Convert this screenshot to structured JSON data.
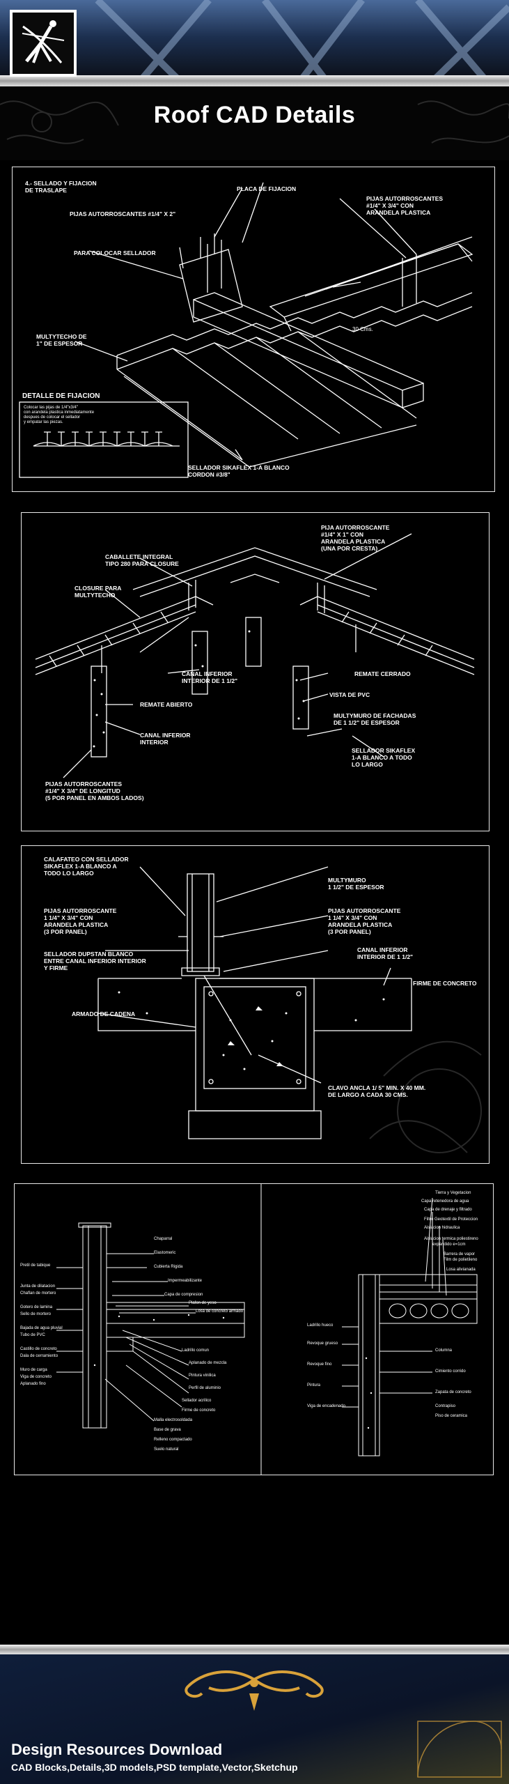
{
  "title": "Roof CAD Details",
  "panel1": {
    "heading": "4.- SELLADO Y FIJACION\nDE TRASLAPE",
    "labels": {
      "pijas_top": "PIJAS AUTORROSCANTES #1/4\" x 2\"",
      "placa": "PLACA DE FIJACION",
      "pijas_right": "PIJAS AUTORROSCANTES\n#1/4\" x 3/4\" CON\nARANDELA PLASTICA",
      "sellador_col": "PARA COLOCAR SELLADOR",
      "multytecho": "MULTYTECHO DE\n1\" DE ESPESOR",
      "cms": "30 Cms.",
      "detalle": "DETALLE DE FIJACION",
      "note": "Colocar las pijas de 1/4\"x3/4\"\ncon arandela plastica inmediatamente\ndespues de colocar el sellador\ny empatar las piezas.",
      "sellador_bottom": "SELLADOR SIKAFLEX 1-a BLANCO\nCORDON #3/8\""
    }
  },
  "panel2": {
    "labels": {
      "pija_top": "PIJA AUTORROSCANTE\n#1/4\" x 1\" CON\nARANDELA PLASTICA\n(UNA POR CRESTA)",
      "caballete": "CABALLETE INTEGRAL\nTIPO 280 PARA CLOSURE",
      "closure": "CLOSURE PARA\nMULTYTECHO",
      "canal_int": "CANAL INFERIOR\nINTERIOR DE 1 1/2\"",
      "remate_cerrado": "REMATE CERRADO",
      "vista_pvc": "VISTA DE PVC",
      "remate_abierto": "REMATE ABIERTO",
      "multymuro": "MULTYMURO DE FACHADAS\nDE 1 1/2\" DE ESPESOR",
      "canal_inf": "CANAL INFERIOR\nINTERIOR",
      "sellador": "SELLADOR SIKAFLEX\n1-a BLANCO A TODO\nLO LARGO",
      "pijas_bottom": "PIJAS AUTORROSCANTES\n#1/4\" x 3/4\" DE LONGITUD\n(5 POR PANEL EN AMBOS LADOS)"
    }
  },
  "panel3": {
    "labels": {
      "calafateo": "CALAFATEO CON SELLADOR\nSIKAFLEX 1-a BLANCO A\nTODO LO LARGO",
      "multymuro": "MULTYMURO\n1 1/2\" DE ESPESOR",
      "pijas_left": "PIJAS AUTORROSCANTE\n1 1/4\" x 3/4\" CON\nARANDELA PLASTICA\n(3 POR PANEL)",
      "pijas_right": "PIJAS AUTORROSCANTE\n1 1/4\" x 3/4\" CON\nARANDELA PLASTICA\n(3 POR PANEL)",
      "sellador": "SELLADOR DUPSTAN BLANCO\nENTRE CANAL INFERIOR INTERIOR\nY FIRME",
      "canal": "CANAL INFERIOR\nINTERIOR DE 1 1/2\"",
      "firme": "FIRME DE CONCRETO",
      "armado": "ARMADO DE CADENA",
      "clavo": "CLAVO ANCLA 1/ 5\" MIN. X 40 MM.\nDE LARGO A CADA 30 CMS."
    }
  },
  "panel4": {
    "left_labels": [
      "Chaparral",
      "Elastomeric",
      "Cubierta Rigida",
      "Impermeabilizante",
      "Capa de compresion",
      "Plafon de yeso",
      "Losa de concreto armado",
      "Ladrillo comun",
      "Aplanado de mezcla",
      "Pintura vinilica",
      "Perfil de aluminio",
      "Sellador acrilico",
      "Firme de concreto",
      "Malla electrosoldada",
      "Base de grava",
      "Relleno compactado",
      "Suelo natural"
    ],
    "left_side": [
      "Pretil de tabique",
      "Junta de dilatacion",
      "Chaflan de mortero",
      "Gotero de lamina",
      "Sello de mortero",
      "Bajada de agua pluvial",
      "Tubo de PVC",
      "Castillo de concreto",
      "Dala de cerramiento",
      "Muro de carga",
      "Viga de concreto",
      "Aplanado fino"
    ],
    "right_labels": [
      "Tierra y Vegetacion",
      "Capa retenedora de agua",
      "Capa de drenaje y filtrado",
      "Filtro Geotextil de Proteccion",
      "Aislacion hidraulica",
      "Aislacion termica poliestireno",
      "expandido e=1cm",
      "Barrera de vapor",
      "Film de polietileno",
      "Losa alivianada"
    ],
    "right_side": [
      "Ladrillo hueco",
      "Revoque grueso",
      "Revoque fino",
      "Pintura",
      "Viga de encadenado",
      "Columna",
      "Cimiento corrido",
      "Zapata de concreto",
      "Contrapiso",
      "Piso de ceramica"
    ]
  },
  "footer": {
    "title": "Design Resources Download",
    "subtitle": "CAD Blocks,Details,3D models,PSD template,Vector,Sketchup"
  },
  "colors": {
    "background": "#000000",
    "line": "#ffffff",
    "accent_gold": "#d9a23a",
    "header_blue": "#3a5b8c"
  }
}
